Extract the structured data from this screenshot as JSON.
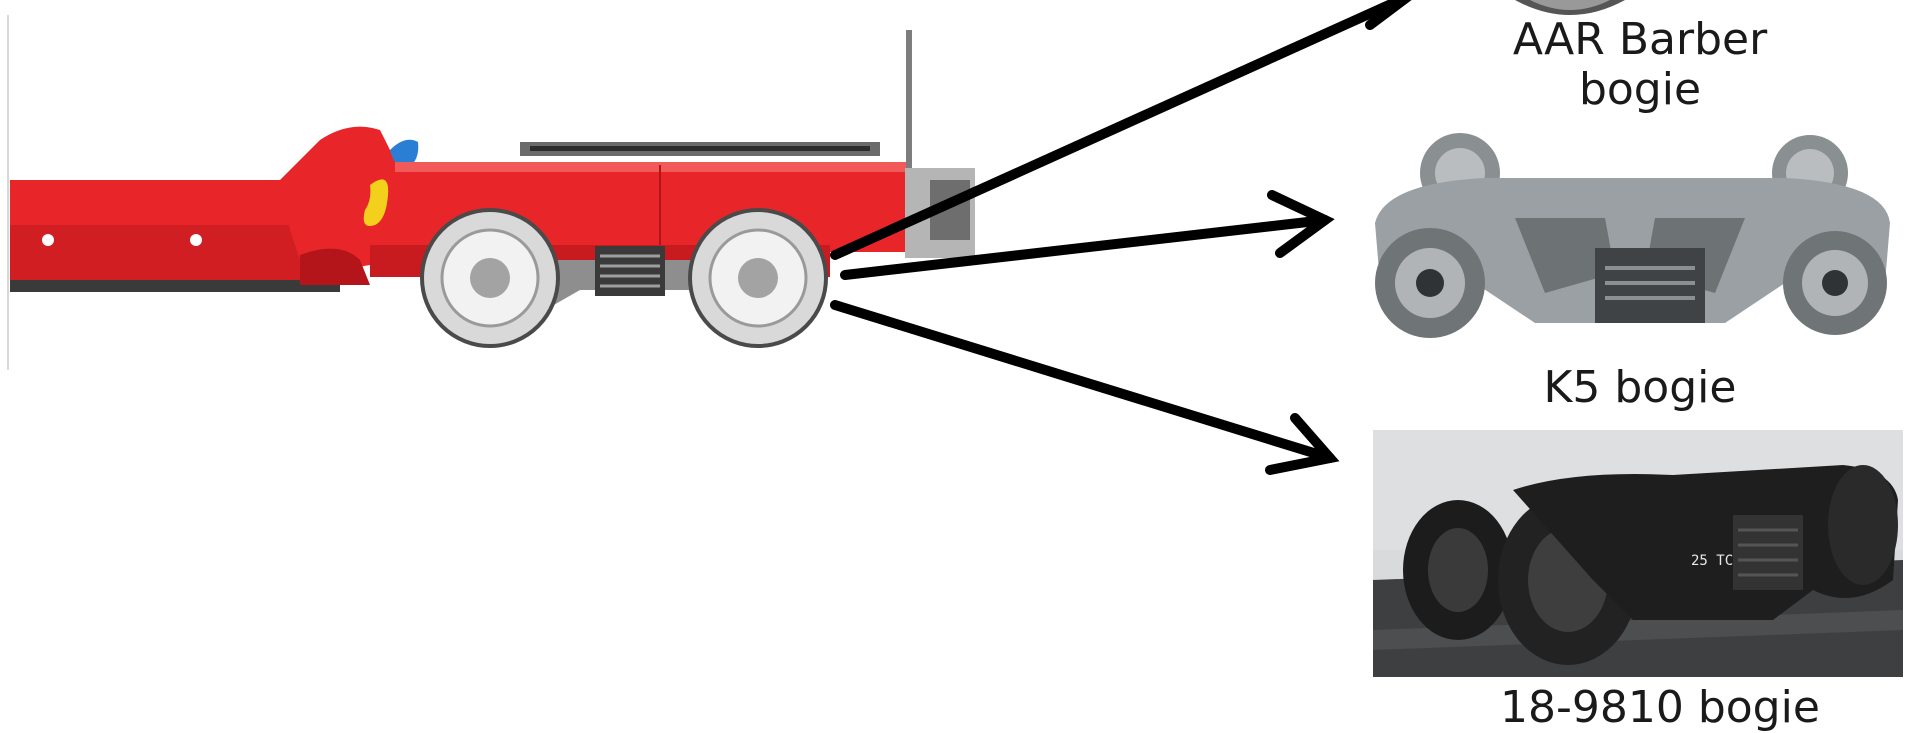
{
  "captions": {
    "aar": "AAR Barber\nbogie",
    "k5": "K5 bogie",
    "bogie_18": "18-9810 bogie"
  },
  "photo_text": {
    "plate": "25 TC"
  },
  "colors": {
    "wagon_red": "#e8262a",
    "hook_yellow": "#f2d01c",
    "handle_blue": "#2a7fd4",
    "arrow": "#000000",
    "steel": "#8e8e8e",
    "dark_bogie": "#222222"
  }
}
